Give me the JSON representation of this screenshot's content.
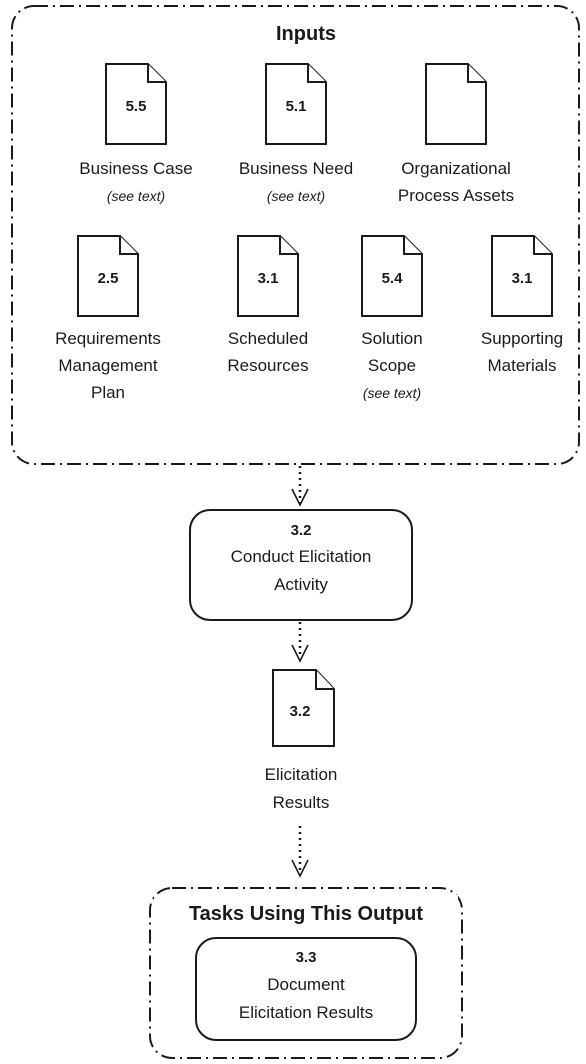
{
  "inputs": {
    "title": "Inputs",
    "items": [
      {
        "ref": "5.5",
        "label": [
          "Business Case"
        ],
        "note": "(see text)"
      },
      {
        "ref": "5.1",
        "label": [
          "Business Need"
        ],
        "note": "(see text)"
      },
      {
        "ref": "",
        "label": [
          "Organizational",
          "Process Assets"
        ],
        "note": ""
      },
      {
        "ref": "2.5",
        "label": [
          "Requirements",
          "Management",
          "Plan"
        ],
        "note": ""
      },
      {
        "ref": "3.1",
        "label": [
          "Scheduled",
          "Resources"
        ],
        "note": ""
      },
      {
        "ref": "5.4",
        "label": [
          "Solution",
          "Scope"
        ],
        "note": "(see text)"
      },
      {
        "ref": "3.1",
        "label": [
          "Supporting",
          "Materials"
        ],
        "note": ""
      }
    ]
  },
  "task": {
    "ref": "3.2",
    "label": [
      "Conduct Elicitation",
      "Activity"
    ]
  },
  "output": {
    "ref": "3.2",
    "label": [
      "Elicitation",
      "Results"
    ]
  },
  "tasks_using_output": {
    "title": "Tasks Using This Output",
    "task": {
      "ref": "3.3",
      "label": [
        "Document",
        "Elicitation Results"
      ]
    }
  }
}
